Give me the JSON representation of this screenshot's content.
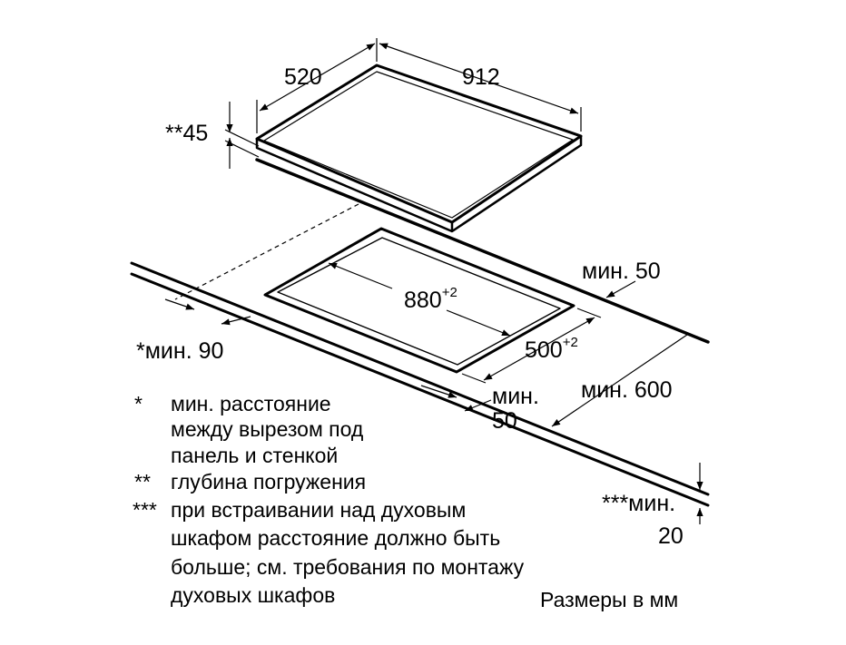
{
  "colors": {
    "line": "#000000",
    "background": "#ffffff"
  },
  "dimensions": {
    "depth": "520",
    "width": "912",
    "immersion": "**45",
    "cutout_width": "880",
    "cutout_width_tol": "+2",
    "cutout_depth": "500",
    "cutout_depth_tol": "+2",
    "min_rear": "мин. 50",
    "min_side": "*мин. 90",
    "min_front_1": "мин.",
    "min_front_2": "50",
    "min_wall": "мин. 600",
    "min_oven_1": "***мин.",
    "min_oven_2": "20"
  },
  "notes": [
    {
      "mark": "*",
      "lines": [
        "мин. расстояние",
        "между вырезом под",
        "панель и стенкой"
      ]
    },
    {
      "mark": "**",
      "lines": [
        "глубина погружения"
      ]
    },
    {
      "mark": "***",
      "lines": [
        "при встраивании над духовым",
        "шкафом расстояние должно быть",
        "больше; см. требования по монтажу",
        "духовых шкафов"
      ]
    }
  ],
  "units_note": "Размеры в мм"
}
